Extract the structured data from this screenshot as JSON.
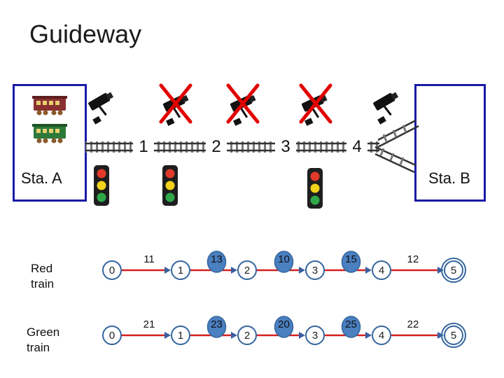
{
  "title": "Guideway",
  "stations": {
    "a": "Sta. A",
    "b": "Sta. B"
  },
  "segments": [
    "1",
    "2",
    "3",
    "4"
  ],
  "icons": {
    "trains": [
      "red-train-icon",
      "green-train-icon"
    ],
    "cameras": [
      "camera-icon",
      "camera-icon",
      "camera-icon",
      "camera-icon",
      "camera-icon"
    ],
    "disabled_cameras": 3,
    "traffic_lights": 3
  },
  "colors": {
    "station_border": "#1a1aa8",
    "cross": "#e00000",
    "edge": "#d42020",
    "node_fill": "#4a7fc0",
    "node_stroke": "#35669f"
  },
  "timelines": [
    {
      "label": "Red train",
      "nodes": [
        "0",
        "1",
        "2",
        "3",
        "4",
        "5"
      ],
      "weights": [
        "11",
        "13",
        "10",
        "15",
        "12"
      ]
    },
    {
      "label": "Green train",
      "nodes": [
        "0",
        "1",
        "2",
        "3",
        "4",
        "5"
      ],
      "weights": [
        "21",
        "23",
        "20",
        "25",
        "22"
      ]
    }
  ]
}
